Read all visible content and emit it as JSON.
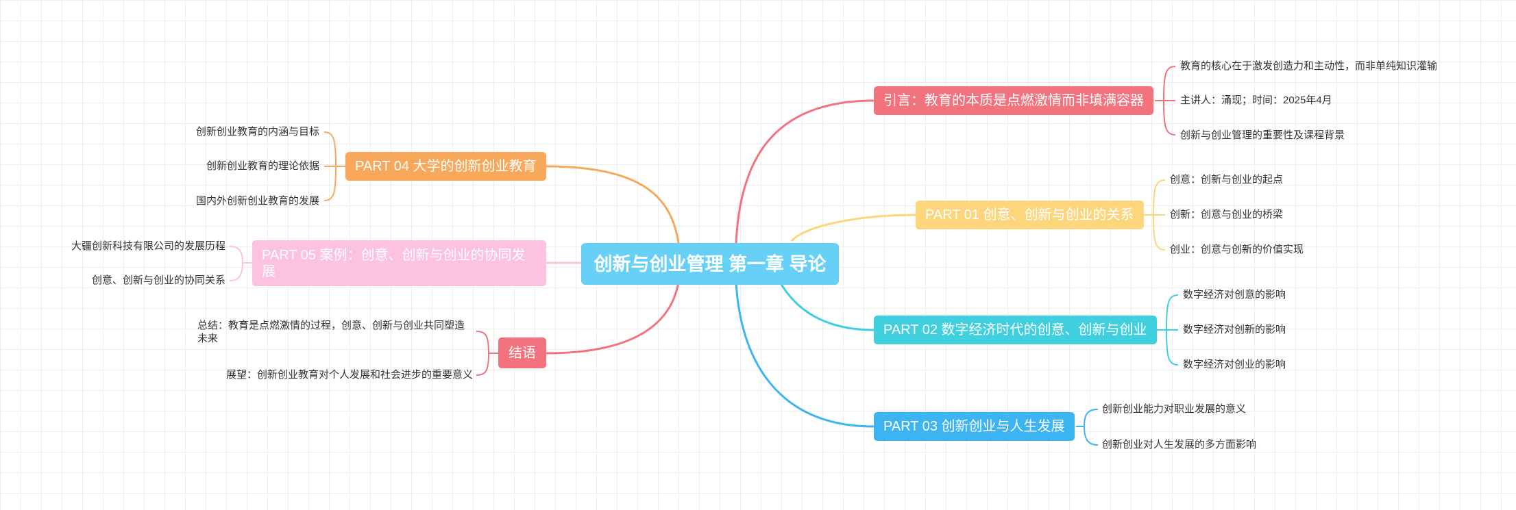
{
  "center": {
    "label": "创新与创业管理 第一章 导论",
    "color": "#66d0f7"
  },
  "branches": {
    "intro": {
      "label": "引言：教育的本质是点燃激情而非填满容器",
      "color": "#f2727d",
      "children": [
        "教育的核心在于激发创造力和主动性，而非单纯知识灌输",
        "主讲人：涌现；时间：2025年4月",
        "创新与创业管理的重要性及课程背景"
      ]
    },
    "part01": {
      "label": "PART 01 创意、创新与创业的关系",
      "color": "#fcd57c",
      "children": [
        "创意：创新与创业的起点",
        "创新：创意与创业的桥梁",
        "创业：创意与创新的价值实现"
      ]
    },
    "part02": {
      "label": "PART 02 数字经济时代的创意、创新与创业",
      "color": "#40cfde",
      "children": [
        "数字经济对创意的影响",
        "数字经济对创新的影响",
        "数字经济对创业的影响"
      ]
    },
    "part03": {
      "label": "PART 03 创新创业与人生发展",
      "color": "#3db4f2",
      "children": [
        "创新创业能力对职业发展的意义",
        "创新创业对人生发展的多方面影响"
      ]
    },
    "part04": {
      "label": "PART 04 大学的创新创业教育",
      "color": "#f8a85a",
      "children": [
        "创新创业教育的内涵与目标",
        "创新创业教育的理论依据",
        "国内外创新创业教育的发展"
      ]
    },
    "part05": {
      "label": "PART 05 案例：创意、创新与创业的协同发展",
      "color": "#fdc2e2",
      "children": [
        "大疆创新科技有限公司的发展历程",
        "创意、创新与创业的协同关系"
      ]
    },
    "conclusion": {
      "label": "结语",
      "color": "#f2727d",
      "children": [
        "总结：教育是点燃激情的过程，创意、创新与创业共同塑造未来",
        "展望：创新创业教育对个人发展和社会进步的重要意义"
      ]
    }
  }
}
